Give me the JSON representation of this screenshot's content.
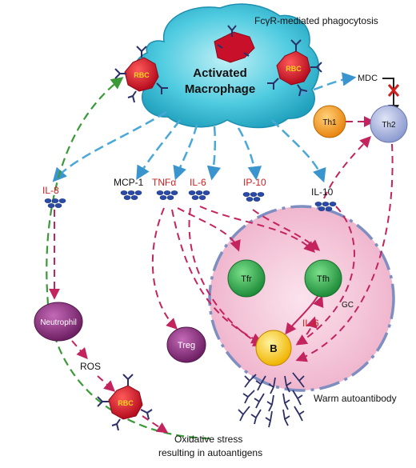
{
  "colors": {
    "macrophage": "#3fc6da",
    "rbc": "#d9142a",
    "cytokine_label_red": "#cc2020",
    "dashed_magenta": "#c4245e",
    "dashed_blue": "#4aa8d8",
    "dashed_green": "#3a9a38",
    "gc_fill": "#f4c6d8",
    "gc_border": "#7e8ec0",
    "th1": "#f29a1a",
    "th2": "#a8b4dc",
    "tcell_green": "#2fa84a",
    "b_cell": "#f7d21a",
    "purple_cell": "#8a2f7c"
  },
  "title": "FcγR-mediated phagocytosis",
  "macrophage": {
    "line1": "Activated",
    "line2": "Macrophage"
  },
  "rbc_label": "RBC",
  "cytokines": {
    "mdc": "MDC",
    "il8": "IL-8",
    "mcp1": "MCP-1",
    "tnfa": "TNFα",
    "il6": "IL-6",
    "ip10": "IP-10",
    "il10": "IL-10",
    "il6_b": "IL-6"
  },
  "cells": {
    "th1": "Th1",
    "th2": "Th2",
    "tfr": "Tfr",
    "tfh": "Tfh",
    "b": "B",
    "treg": "Treg",
    "neutrophil": "Neutrophil"
  },
  "gc": "GC",
  "ros": "ROS",
  "warm_autoantibody": "Warm autoantibody",
  "oxidative_line1": "Oxidative stress",
  "oxidative_line2": "resulting in autoantigens"
}
